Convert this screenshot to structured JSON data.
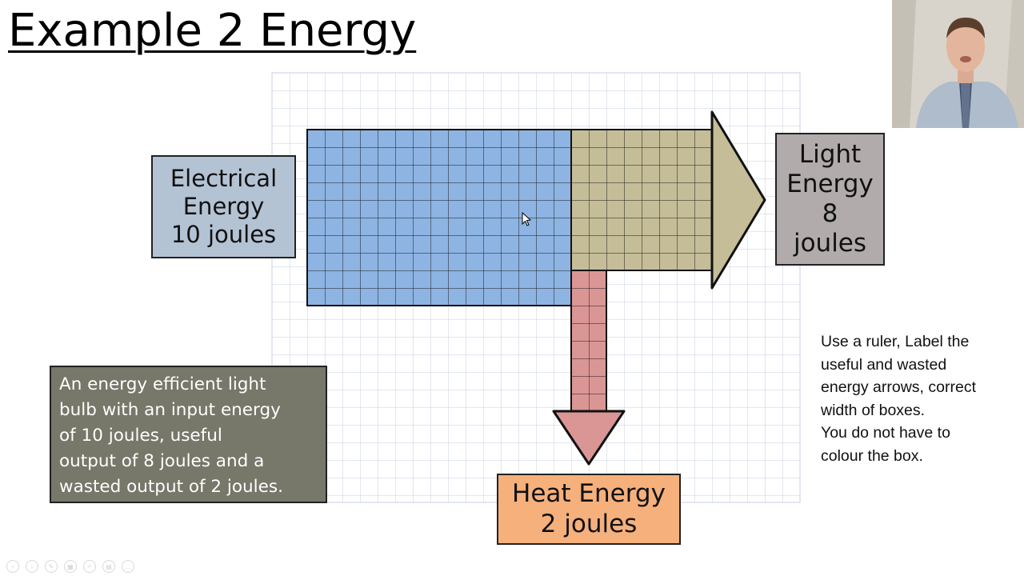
{
  "slide": {
    "title": "Example 2 Energy"
  },
  "diagram": {
    "input_label": [
      "Electrical",
      "Energy",
      "10 joules"
    ],
    "useful_label": [
      "Light",
      "Energy",
      "8",
      "joules"
    ],
    "wasted_label": [
      "Heat Energy",
      "2 joules"
    ],
    "input_joules": 10,
    "useful_joules": 8,
    "wasted_joules": 2,
    "colors": {
      "input": "#8db4e2",
      "useful": "#c4bd97",
      "wasted": "#da9694",
      "grid": "#c8cfe3"
    }
  },
  "question": {
    "text": "An energy efficient light\nbulb with an input energy\nof 10 joules, useful\noutput of 8 joules and a\nwasted output of 2 joules."
  },
  "instructions": {
    "text": "Use a ruler, Label the\nuseful and wasted\nenergy arrows, correct\nwidth of boxes.\nYou do not have to\ncolour the box."
  },
  "webcam": {
    "icon": "presenter-video-icon"
  },
  "toolbar": {
    "icons": [
      "previous-icon",
      "next-icon",
      "pen-icon",
      "slides-icon",
      "zoom-icon",
      "subtitles-icon",
      "more-icon"
    ],
    "glyphs": [
      "‹",
      "›",
      "✎",
      "▦",
      "⌕",
      "▤",
      "…"
    ]
  }
}
